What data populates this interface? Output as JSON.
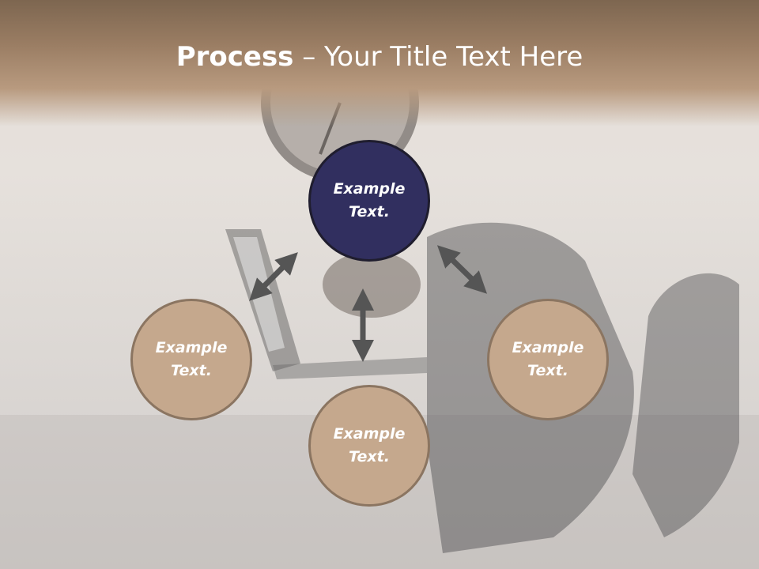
{
  "title": {
    "bold": "Process",
    "rest": " – Your Title Text Here"
  },
  "nodes": {
    "center": "Example\nText.",
    "left": "Example\nText.",
    "right": "Example\nText.",
    "bottom": "Example\nText."
  },
  "colors": {
    "center_fill": "#312f5f",
    "outer_fill": "#c5a88d",
    "outer_border": "#8b7561",
    "arrow": "#555555",
    "title_band": "#9a7d63"
  }
}
